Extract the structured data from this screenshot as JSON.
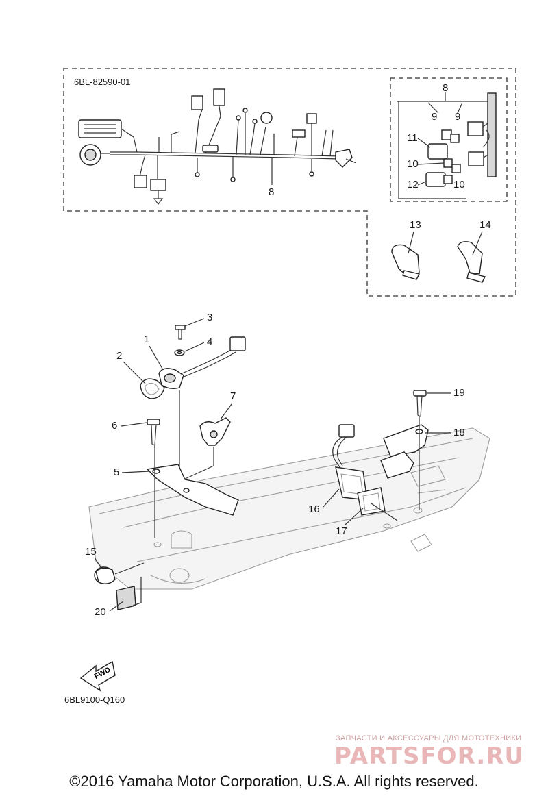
{
  "assembly_code": "6BL-82590-01",
  "diagram_code": "6BL9100-Q160",
  "fwd_label": "FWD",
  "callouts": {
    "c1": "1",
    "c2": "2",
    "c3": "3",
    "c4": "4",
    "c5": "5",
    "c6": "6",
    "c7": "7",
    "c8_harness": "8",
    "c8_detail": "8",
    "c9a": "9",
    "c9b": "9",
    "c10a": "10",
    "c10b": "10",
    "c11": "11",
    "c12": "12",
    "c13": "13",
    "c14": "14",
    "c15": "15",
    "c16": "16",
    "c17": "17",
    "c18": "18",
    "c19": "19",
    "c20": "20"
  },
  "watermark": {
    "tagline": "ЗАПЧАСТИ И АКСЕССУАРЫ ДЛЯ МОТОТЕХНИКИ",
    "brand": "PARTSFOR.RU"
  },
  "copyright": "©2016 Yamaha Motor Corporation, U.S.A. All rights reserved."
}
